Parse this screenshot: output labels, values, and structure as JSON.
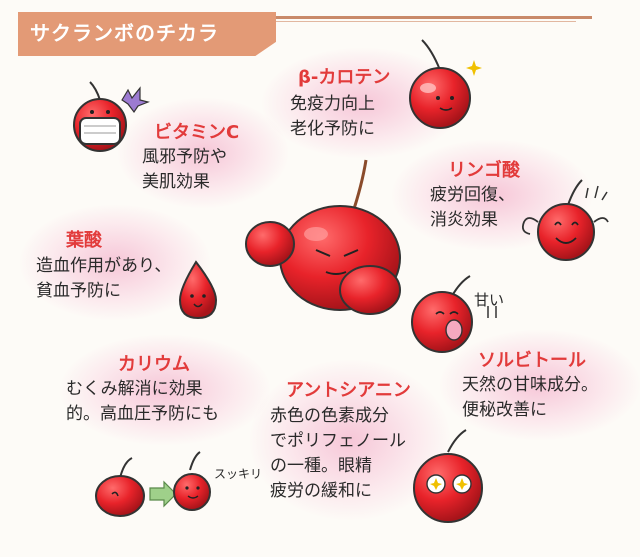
{
  "title": "サクランボのチカラ",
  "sections": {
    "vitamin_c": {
      "heading": "ビタミンC",
      "body": "風邪予防や\n美肌効果"
    },
    "beta_carotene": {
      "heading": "β-カロテン",
      "body": "免疫力向上\n老化予防に"
    },
    "malic_acid": {
      "heading": "リンゴ酸",
      "body": "疲労回復、\n消炎効果"
    },
    "folic_acid": {
      "heading": "葉酸",
      "body": "造血作用があり、\n貧血予防に"
    },
    "potassium": {
      "heading": "カリウム",
      "body": "むくみ解消に効果\n的。高血圧予防にも"
    },
    "anthocyanin": {
      "heading": "アントシアニン",
      "body": "赤色の色素成分\nでポリフェノール\nの一種。眼精\n疲労の緩和に"
    },
    "sorbitol": {
      "heading": "ソルビトール",
      "body": "天然の甘味成分。\n便秘改善に"
    }
  },
  "illustration_words": {
    "sweet": "甘い",
    "refreshed": "スッキリ"
  },
  "colors": {
    "cherry_red": "#e8232a",
    "heading_red": "#e23b3b",
    "title_band": "#e39a76",
    "glow_pink": "#f6c4d6"
  }
}
